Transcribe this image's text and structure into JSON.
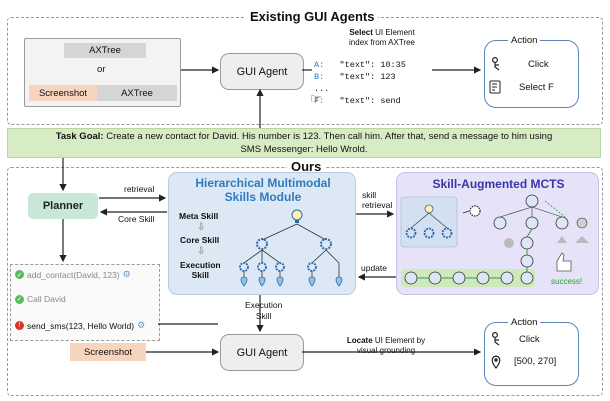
{
  "sections": {
    "top_title": "Existing GUI Agents",
    "bottom_title": "Ours"
  },
  "top": {
    "input_axtree": "AXTree",
    "input_or": "or",
    "input_screenshot": "Screenshot",
    "input_axtree2": "AXTree",
    "agent": "GUI Agent",
    "select_bold": "Select",
    "select_rest": " UI Element",
    "select_line2": "index from AXTree",
    "code": [
      {
        "key": "A:",
        "val": "\"text\": 10:35"
      },
      {
        "key": "B:",
        "val": "\"text\": 123"
      },
      {
        "key": "...",
        "val": ""
      },
      {
        "key": "F:",
        "val": "\"text\": send"
      }
    ],
    "action_title": "Action",
    "action_click": "Click",
    "action_select": "Select F"
  },
  "task": {
    "label": "Task Goal:",
    "text": " Create a new contact for David. His number is 123. Then call him. After that, send a message to him using",
    "text2": "SMS Messenger: Hello Wrold."
  },
  "bottom": {
    "planner": "Planner",
    "retrieval": "retrieval",
    "core_skill": "Core Skill",
    "skills_title_1": "Hierarchical Multimodal",
    "skills_title_2": "Skills Module",
    "meta_skill": "Meta Skill",
    "core_skill_lbl": "Core Skill",
    "execution_1": "Execution",
    "execution_2": "Skill",
    "skill_retrieval_1": "skill",
    "skill_retrieval_2": "retrieval",
    "update": "update",
    "mcts_title": "Skill-Augmented MCTS",
    "success": "success!",
    "plan": [
      {
        "text": "add_contact(David, 123)",
        "status": "done"
      },
      {
        "text": "Call David",
        "status": "done"
      },
      {
        "text": "send_sms(123, Hello World)",
        "status": "active"
      }
    ],
    "exec_skill_1": "Execution",
    "exec_skill_2": "Skill",
    "screenshot": "Screenshot",
    "agent": "GUI Agent",
    "locate_bold": "Locate",
    "locate_rest": " UI Element by",
    "locate_line2": "visual grounding",
    "action_title": "Action",
    "action_click": "Click",
    "action_coords": "[500, 270]"
  },
  "colors": {
    "task_green": "#d7ecc5",
    "planner_green": "#c9e7d6",
    "skills_blue": "#dde8f5",
    "mcts_purple": "#e6e2f7",
    "title_blue": "#2e7bbf",
    "screenshot_orange": "#f7d4bd",
    "check_green": "#5cb85c",
    "alert_red": "#d9342b"
  },
  "icons": [
    "person-click-icon",
    "select-icon",
    "pointing-hand-icon",
    "lightbulb-icon",
    "gear-icon",
    "location-icon",
    "thumbs-up-icon",
    "robot-icon"
  ]
}
